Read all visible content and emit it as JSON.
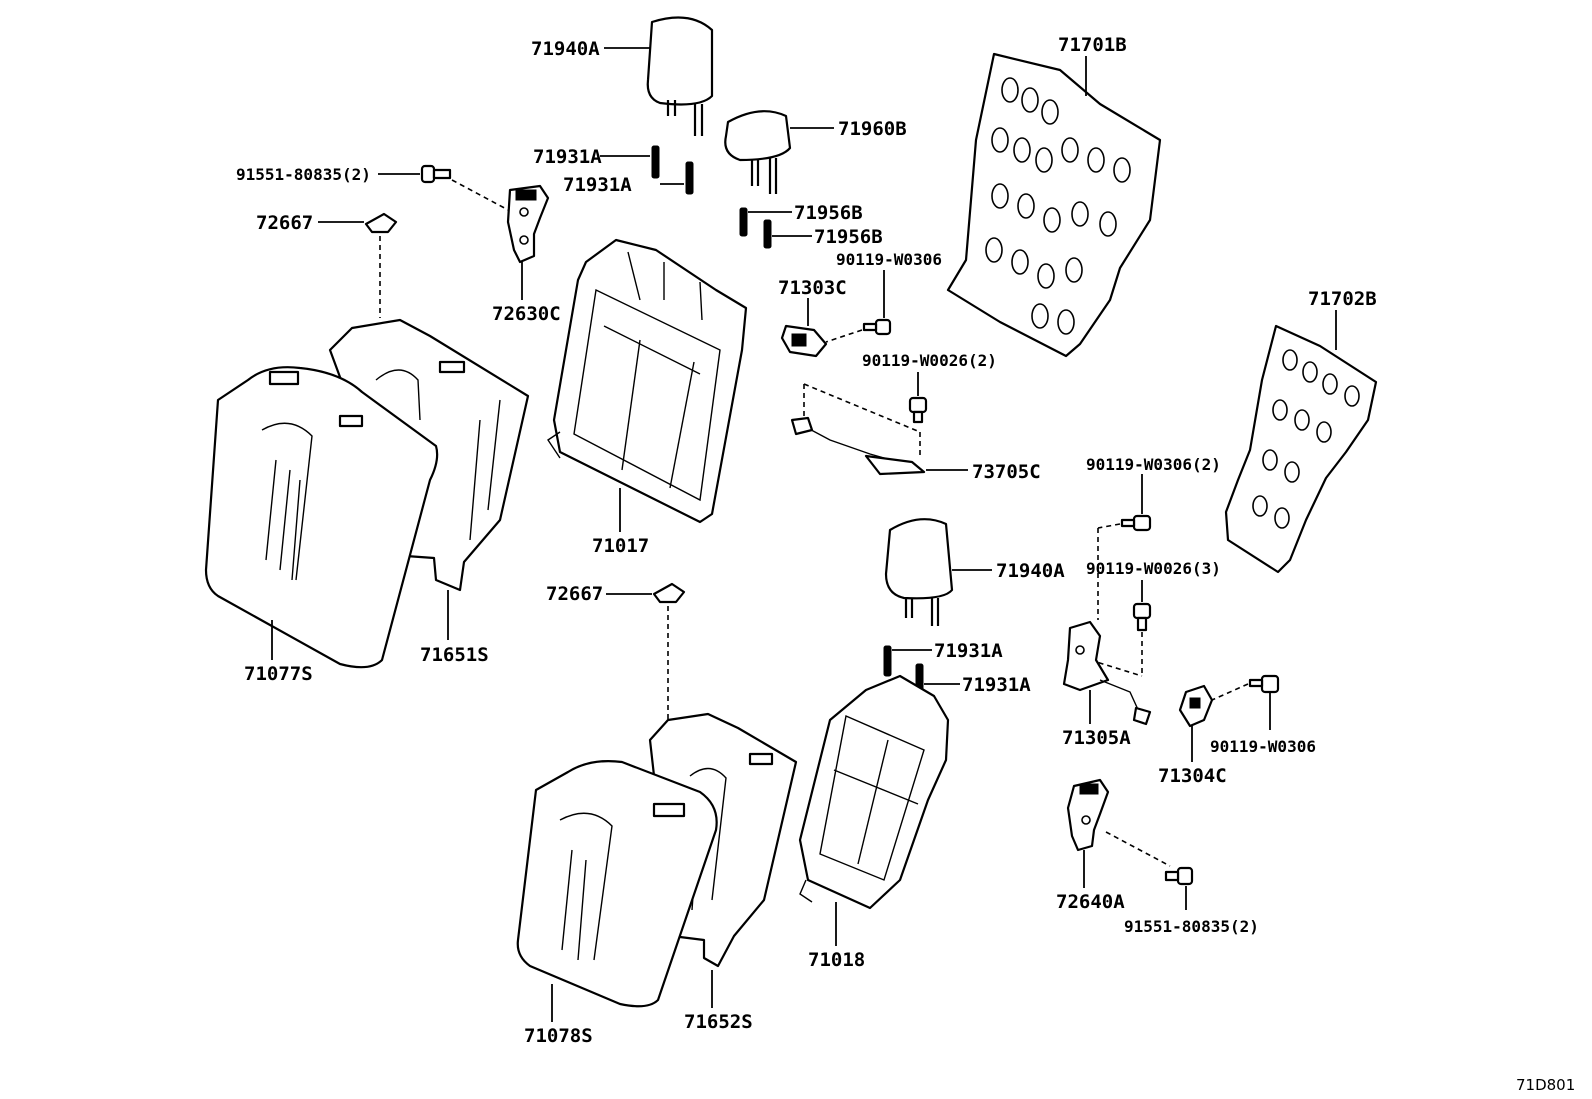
{
  "diagram_code": "71D801",
  "parts": {
    "headrest_upper_left": "71940A",
    "headrest_upper_center": "71960B",
    "headrest_lower": "71940A",
    "guide_upper_1": "71931A",
    "guide_upper_2": "71931A",
    "guide_center_1": "71956B",
    "guide_center_2": "71956B",
    "guide_lower_1": "71931A",
    "guide_lower_2": "71931A",
    "bolt_upper": "91551-80835(2)",
    "bolt_lower": "91551-80835(2)",
    "cover_upper": "72667",
    "cover_lower": "72667",
    "lock_upper": "72630C",
    "lock_lower": "72640A",
    "frame_upper": "71017",
    "frame_lower": "71018",
    "pad_upper": "71651S",
    "pad_lower": "71652S",
    "cover_assy_upper": "71077S",
    "cover_assy_lower": "71078S",
    "board_large": "71701B",
    "board_small": "71702B",
    "hinge_cover_upper": "71303C",
    "bolt_w0306_upper": "90119-W0306",
    "bolt_w0026_2": "90119-W0026(2)",
    "wire_assy": "73705C",
    "bolt_w0306_2": "90119-W0306(2)",
    "bolt_w0026_3": "90119-W0026(3)",
    "hinge_lower": "71305A",
    "hinge_cover_lower": "71304C",
    "bolt_w0306_lower": "90119-W0306"
  }
}
